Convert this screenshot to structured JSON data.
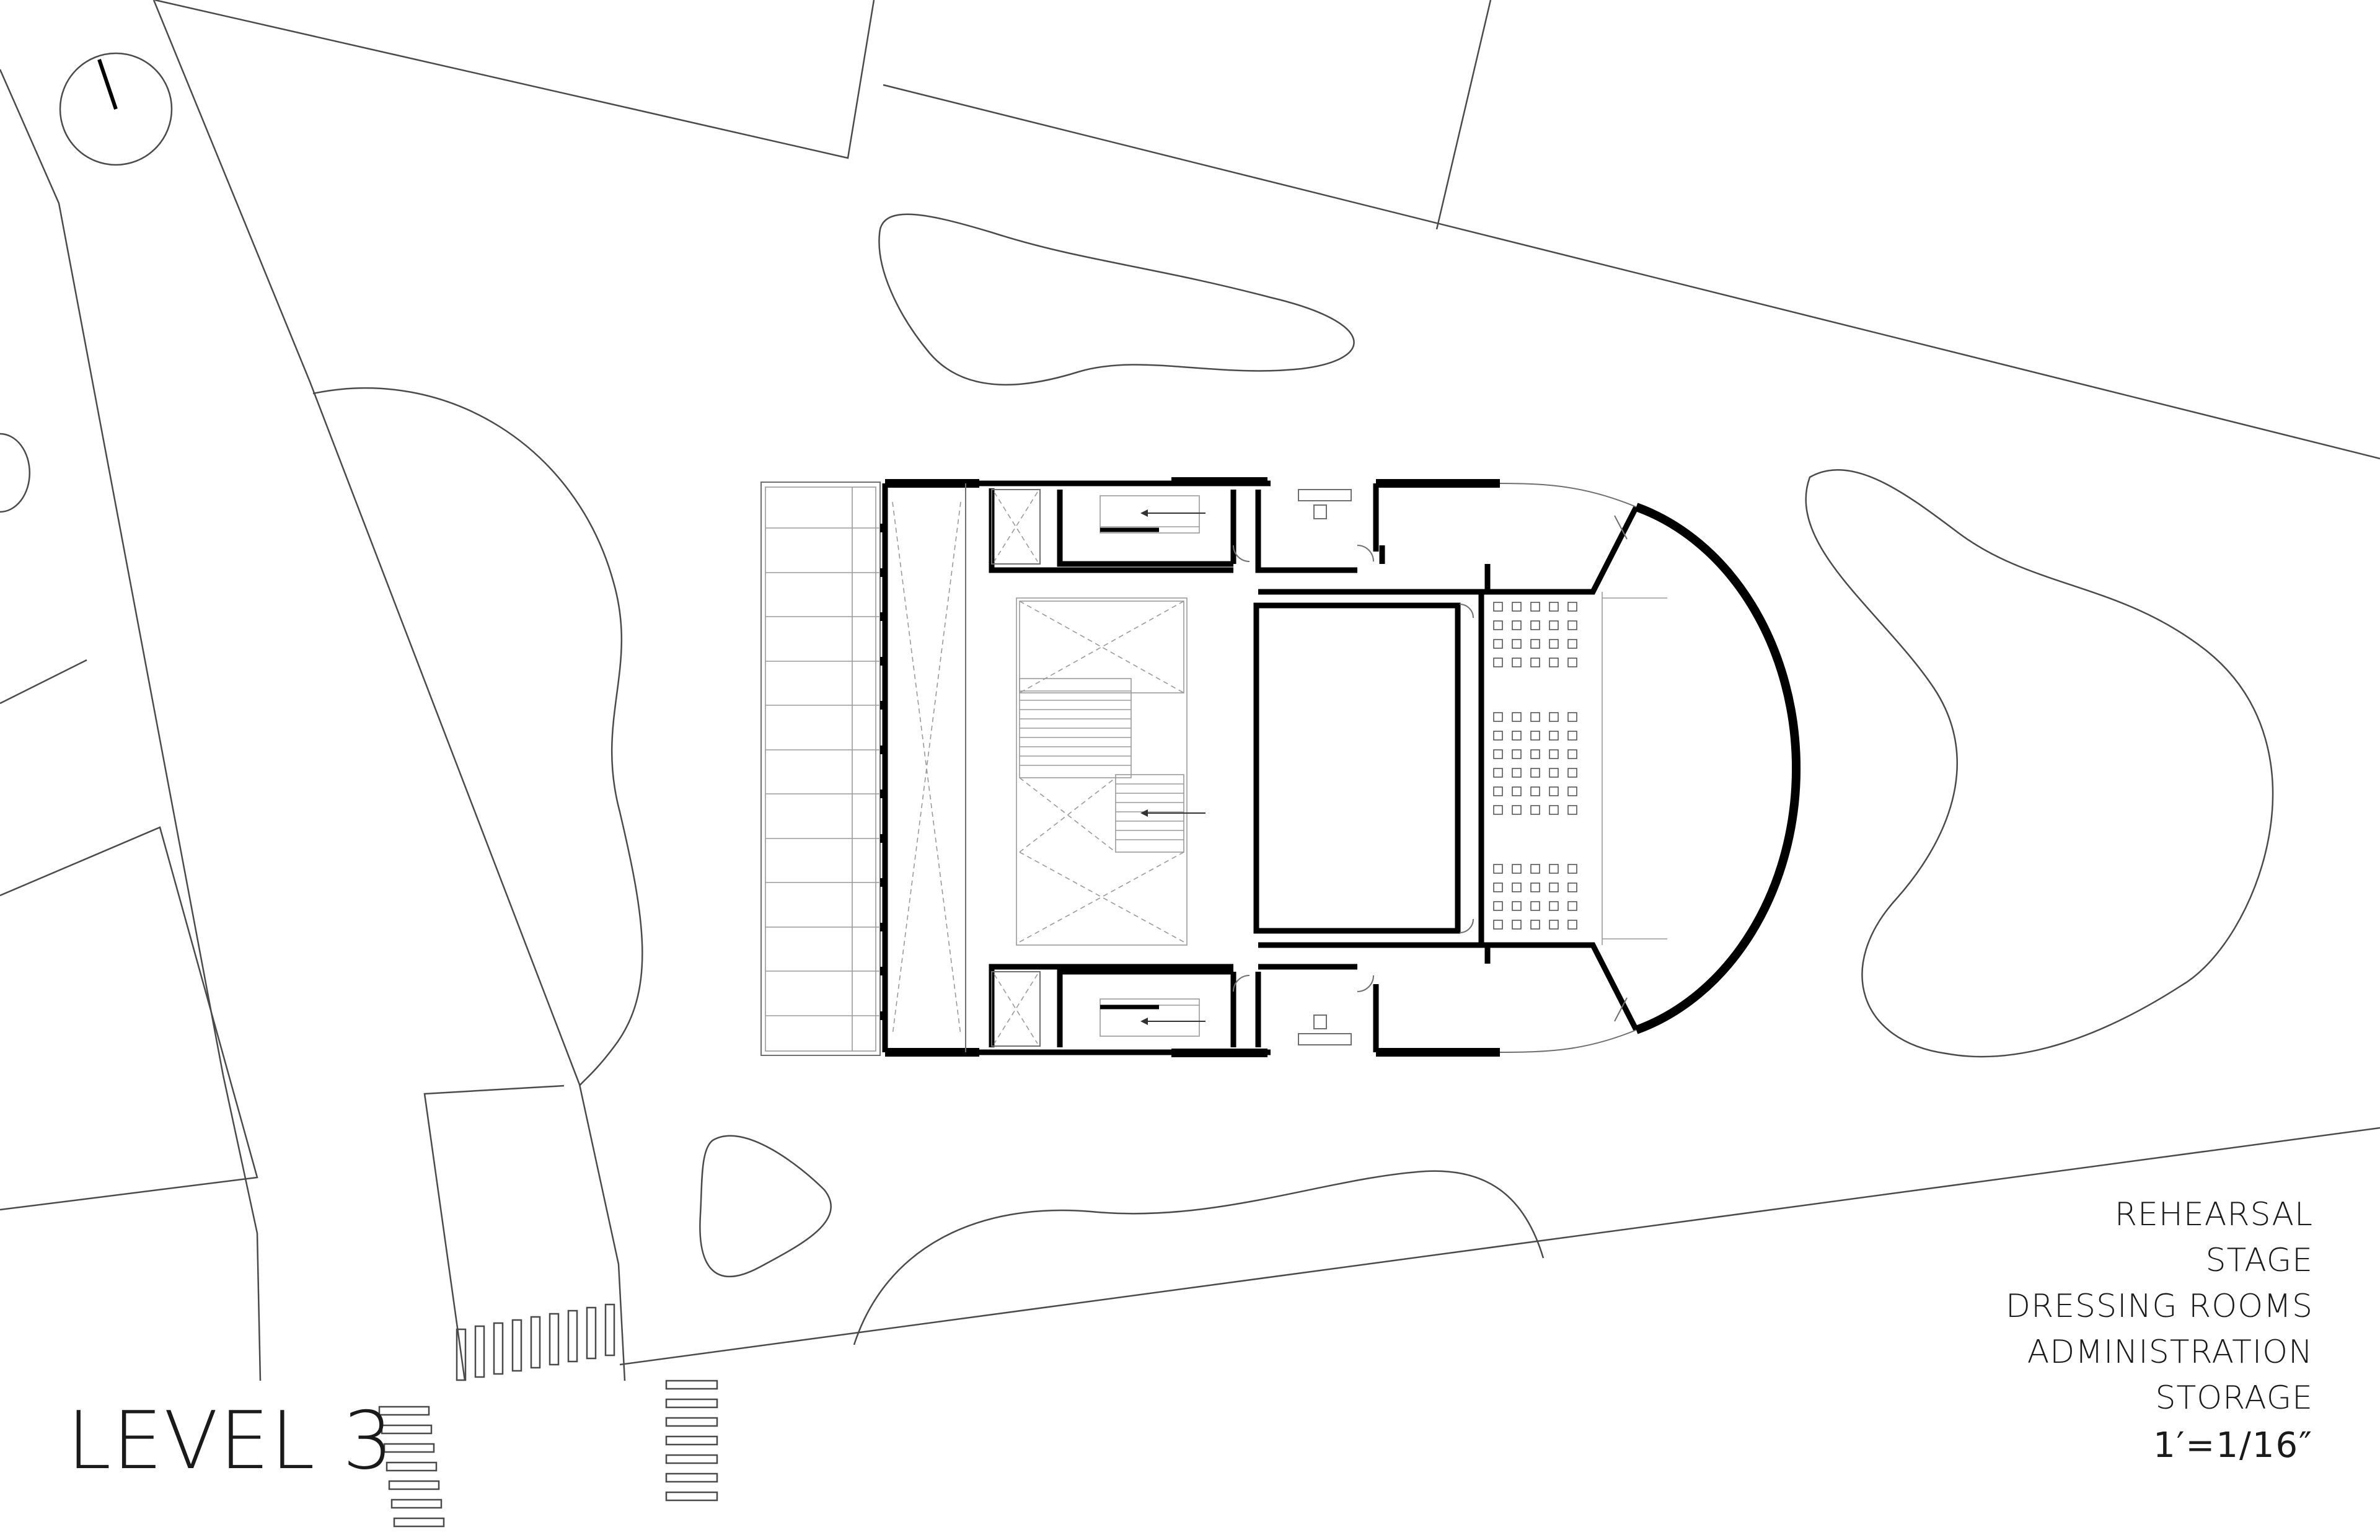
{
  "drawing": {
    "level_title": "LEVEL 3",
    "program": [
      "REHEARSAL",
      "STAGE",
      "DRESSING ROOMS",
      "ADMINISTRATION",
      "STORAGE"
    ],
    "scale": "1′=1/16″"
  },
  "icons": {
    "north_arrow": "north-arrow-icon"
  },
  "colors": {
    "walls": "#000000",
    "linework": "#4a4a4a",
    "background": "#ffffff"
  }
}
